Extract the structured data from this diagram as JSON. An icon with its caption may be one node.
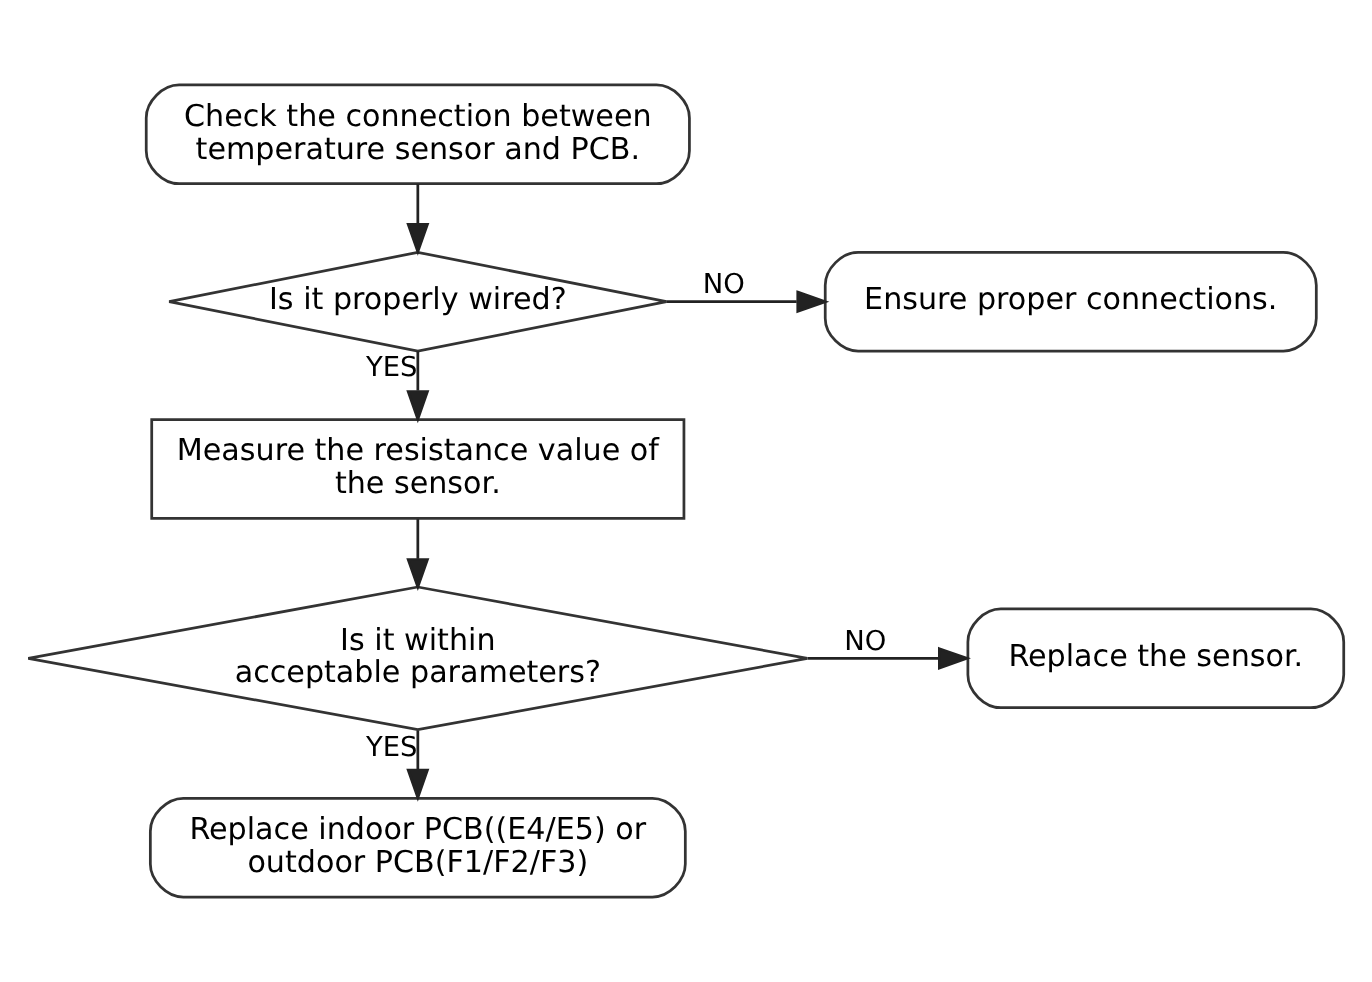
{
  "diagram": {
    "nodes": [
      {
        "text": [
          "Check the connection between temperature sensor and PCB."
        ]
      },
      {
        "text": [
          "Is it properly wired?"
        ]
      },
      {
        "text": [
          "Ensure proper connections."
        ]
      },
      {
        "text": [
          "Measure the resistance value of the sensor."
        ]
      },
      {
        "text": [
          "Is it within acceptable parameters?"
        ]
      },
      {
        "text": [
          "Replace the sensor."
        ]
      },
      {
        "text": [
          "Replace indoor PCB((E4/E5) or outdoor PCB(F1/F2/F3)"
        ]
      }
    ],
    "edges": [
      {
        "from": 0,
        "to": 1,
        "arrow": "to"
      },
      {
        "from": 1,
        "to": 2,
        "arrow": "to",
        "label": "NO"
      },
      {
        "from": 1,
        "to": 3,
        "arrow": "to",
        "label": "YES"
      },
      {
        "from": 3,
        "to": 4,
        "arrow": "to"
      },
      {
        "from": 4,
        "to": 5,
        "arrow": "to",
        "label": "NO"
      },
      {
        "from": 4,
        "to": 6,
        "arrow": "to",
        "label": "YES"
      }
    ]
  }
}
